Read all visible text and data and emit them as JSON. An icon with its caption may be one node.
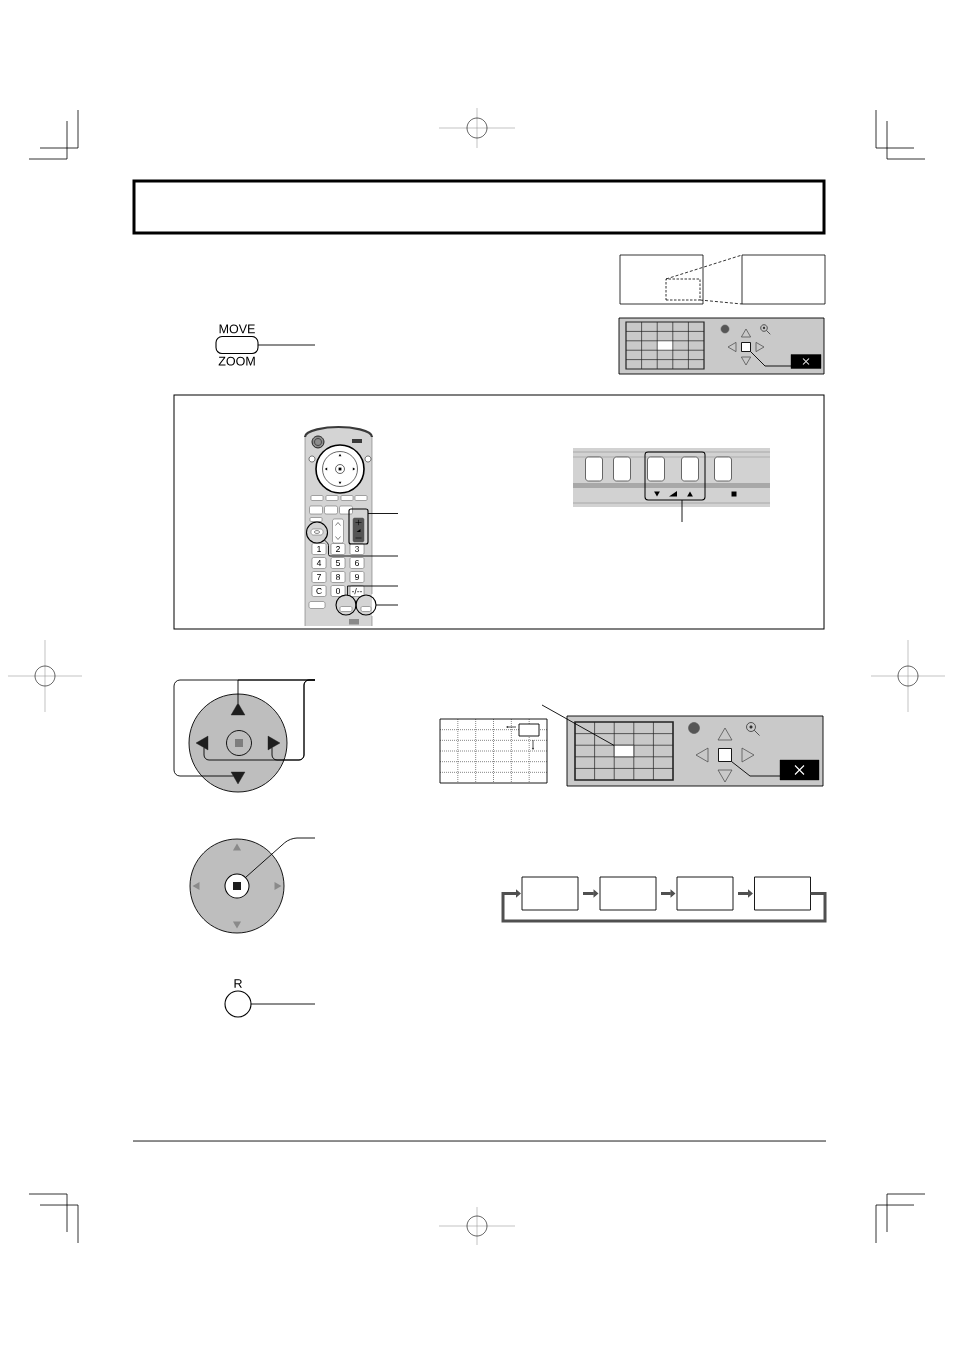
{
  "diagram": {
    "nodes": [
      {
        "text": [],
        "shape": "circle"
      },
      {
        "text": [],
        "shape": "box"
      },
      {
        "text": [],
        "shape": "box"
      },
      {
        "text": [],
        "shape": "box",
        "in": 2
      },
      {
        "text": [],
        "shape": "box"
      },
      {
        "text": [
          "MOVE",
          "ZOOM"
        ]
      },
      {
        "text": [],
        "shape": "box"
      },
      {
        "text": [],
        "shape": "box"
      },
      {
        "text": [],
        "shape": "box"
      },
      {
        "text": [],
        "shape": "circle"
      },
      {
        "text": [],
        "shape": "circle"
      },
      {
        "text": [],
        "shape": "circle"
      },
      {
        "text": [],
        "shape": "box"
      },
      {
        "text": [],
        "shape": "circle"
      },
      {
        "text": [],
        "shape": "circle"
      },
      {
        "text": [],
        "shape": "triangle"
      },
      {
        "text": [],
        "shape": "triangle"
      },
      {
        "text": [],
        "shape": "triangle"
      },
      {
        "text": [],
        "shape": "triangle"
      },
      {
        "text": [],
        "shape": "box"
      },
      {
        "text": [],
        "shape": "box"
      },
      {
        "text": [],
        "shape": "box"
      },
      {
        "text": [],
        "shape": "circle"
      },
      {
        "text": [],
        "shape": "box"
      },
      {
        "text": [],
        "shape": "box"
      },
      {
        "text": [],
        "shape": "box"
      },
      {
        "text": [],
        "shape": "box"
      },
      {
        "text": [
          "R"
        ]
      },
      {
        "text": [],
        "shape": "circle"
      }
    ],
    "edges": [
      {
        "from": 3,
        "to": 4,
        "arrow": "none",
        "style": "dashed"
      },
      {
        "from": 3,
        "to": 4,
        "arrow": "none",
        "style": "dashed"
      },
      {
        "from": 5,
        "to": null,
        "arrow": "none"
      },
      {
        "from": 6,
        "to": 7,
        "arrow": "none"
      },
      {
        "from": 8,
        "to": null,
        "arrow": "none"
      },
      {
        "from": 9,
        "to": null,
        "arrow": "none"
      },
      {
        "from": 10,
        "to": null,
        "arrow": "none"
      },
      {
        "from": 11,
        "to": null,
        "arrow": "none"
      },
      {
        "from": 12,
        "to": null,
        "arrow": "none"
      },
      {
        "from": 15,
        "to": null,
        "arrow": "none"
      },
      {
        "from": 16,
        "to": null,
        "arrow": "none"
      },
      {
        "from": 17,
        "to": null,
        "arrow": "none"
      },
      {
        "from": 18,
        "to": null,
        "arrow": "none"
      },
      {
        "from": 19,
        "to": null,
        "arrow": "none"
      },
      {
        "from": 20,
        "to": 21,
        "arrow": "none"
      },
      {
        "from": 22,
        "to": null,
        "arrow": "none"
      },
      {
        "from": 23,
        "to": 24,
        "arrow": "to",
        "style": "thick",
        "color": "#505050"
      },
      {
        "from": 24,
        "to": 25,
        "arrow": "to",
        "style": "thick",
        "color": "#505050"
      },
      {
        "from": 25,
        "to": 26,
        "arrow": "to",
        "style": "thick",
        "color": "#505050"
      },
      {
        "from": 26,
        "to": 23,
        "arrow": "to",
        "style": "thick",
        "color": "#505050"
      },
      {
        "from": 27,
        "to": null,
        "arrow": "none"
      }
    ],
    "labels": [
      "1",
      "2",
      "3",
      "4",
      "5",
      "6",
      "7",
      "8",
      "9",
      "C",
      "0",
      "-/--"
    ]
  }
}
